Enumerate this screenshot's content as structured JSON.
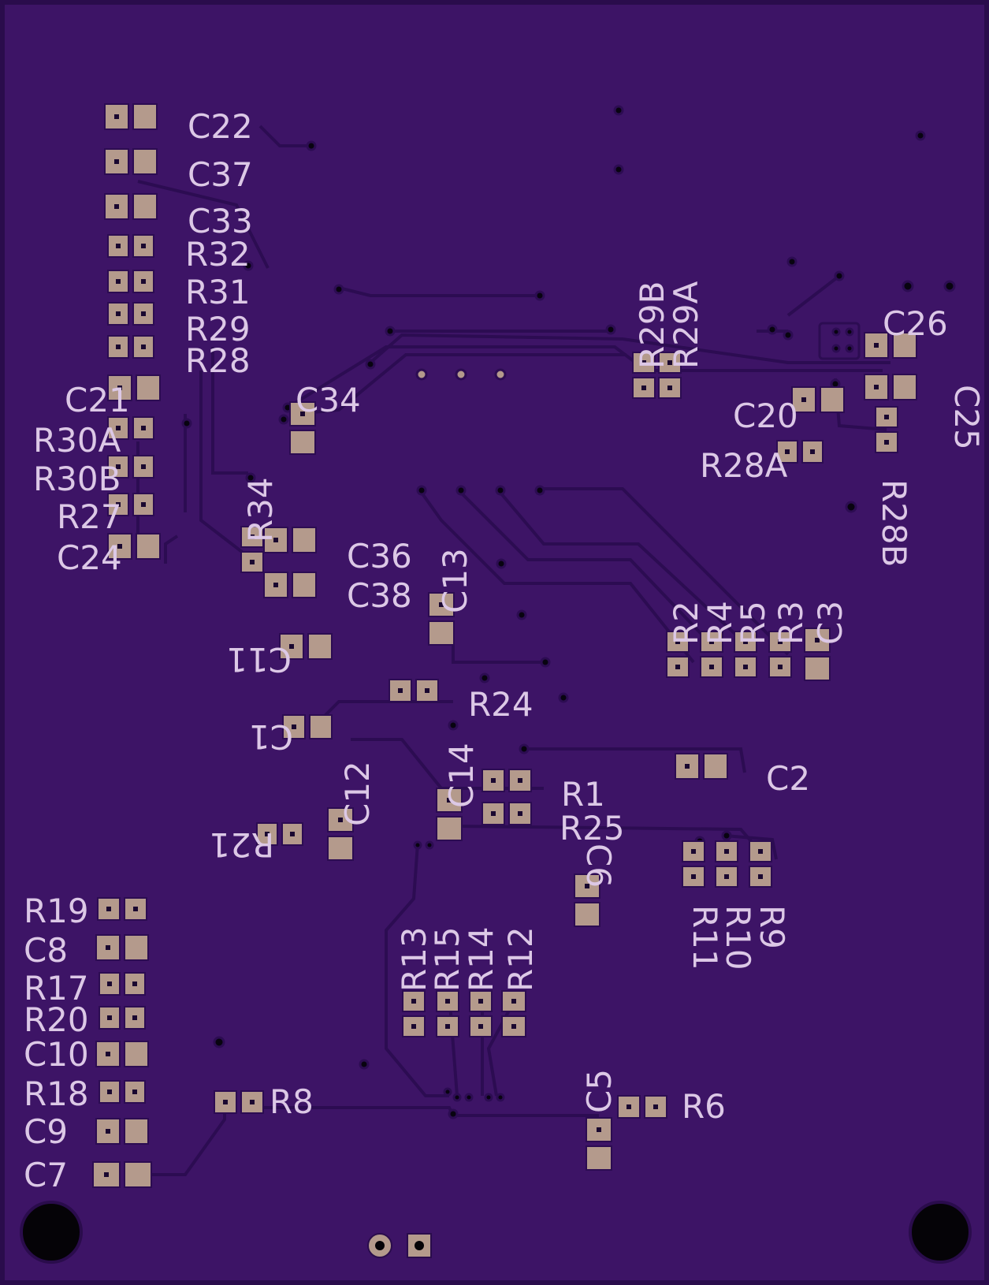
{
  "colors": {
    "board": "#3d1466",
    "outline": "#2a0c4c",
    "trace": "#2c0c52",
    "pad": "#b49a8c",
    "silkscreen": "#dcc8e6",
    "hole": "#050307"
  },
  "labels": {
    "C22": "C22",
    "C37": "C37",
    "C33": "C33",
    "R32": "R32",
    "R31": "R31",
    "R29": "R29",
    "R28": "R28",
    "C21": "C21",
    "R30A": "R30A",
    "R30B": "R30B",
    "R27": "R27",
    "C24": "C24",
    "C34": "C34",
    "R34": "R34",
    "C36": "C36",
    "C38": "C38",
    "C13": "C13",
    "C11": "C11",
    "R24": "R24",
    "C1": "C1",
    "C14": "C14",
    "C12": "C12",
    "R21": "R21",
    "R1": "R1",
    "R25": "R25",
    "C6": "C6",
    "C2": "C2",
    "R29B": "R29B",
    "R29A": "R29A",
    "C26": "C26",
    "C25": "C25",
    "C20": "C20",
    "R28A": "R28A",
    "R28B": "R28B",
    "R2": "R2",
    "R4": "R4",
    "R5": "R5",
    "R3": "R3",
    "C3": "C3",
    "R11": "R11",
    "R10": "R10",
    "R9": "R9",
    "R13": "R13",
    "R15": "R15",
    "R14": "R14",
    "R12": "R12",
    "R19": "R19",
    "C8": "C8",
    "R17": "R17",
    "R20": "R20",
    "C10": "C10",
    "R18": "R18",
    "C9": "C9",
    "C7": "C7",
    "R8": "R8",
    "C5": "C5",
    "R6": "R6"
  }
}
